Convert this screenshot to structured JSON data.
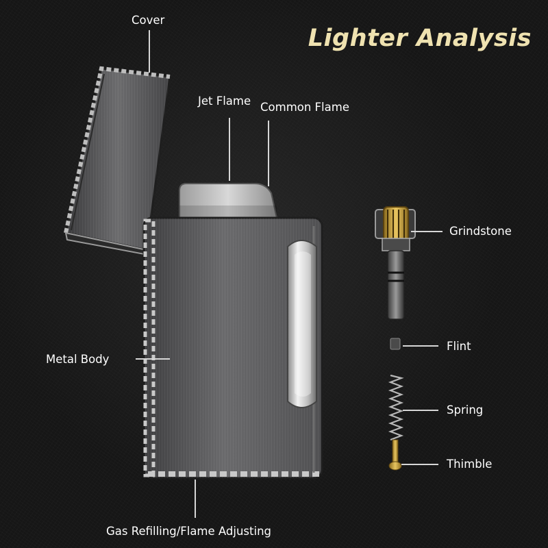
{
  "title": "Lighter Analysis",
  "labels": {
    "cover": "Cover",
    "jet_flame": "Jet Flame",
    "common_flame": "Common Flame",
    "grindstone": "Grindstone",
    "metal_body": "Metal Body",
    "flint": "Flint",
    "spring": "Spring",
    "thimble": "Thimble",
    "gas_refilling": "Gas Refilling/Flame Adjusting"
  },
  "colors": {
    "title": "#efe2b0",
    "label": "#ffffff",
    "background": "#161616",
    "metal": "#5e5e60",
    "chrome": "#d9d9d9"
  }
}
